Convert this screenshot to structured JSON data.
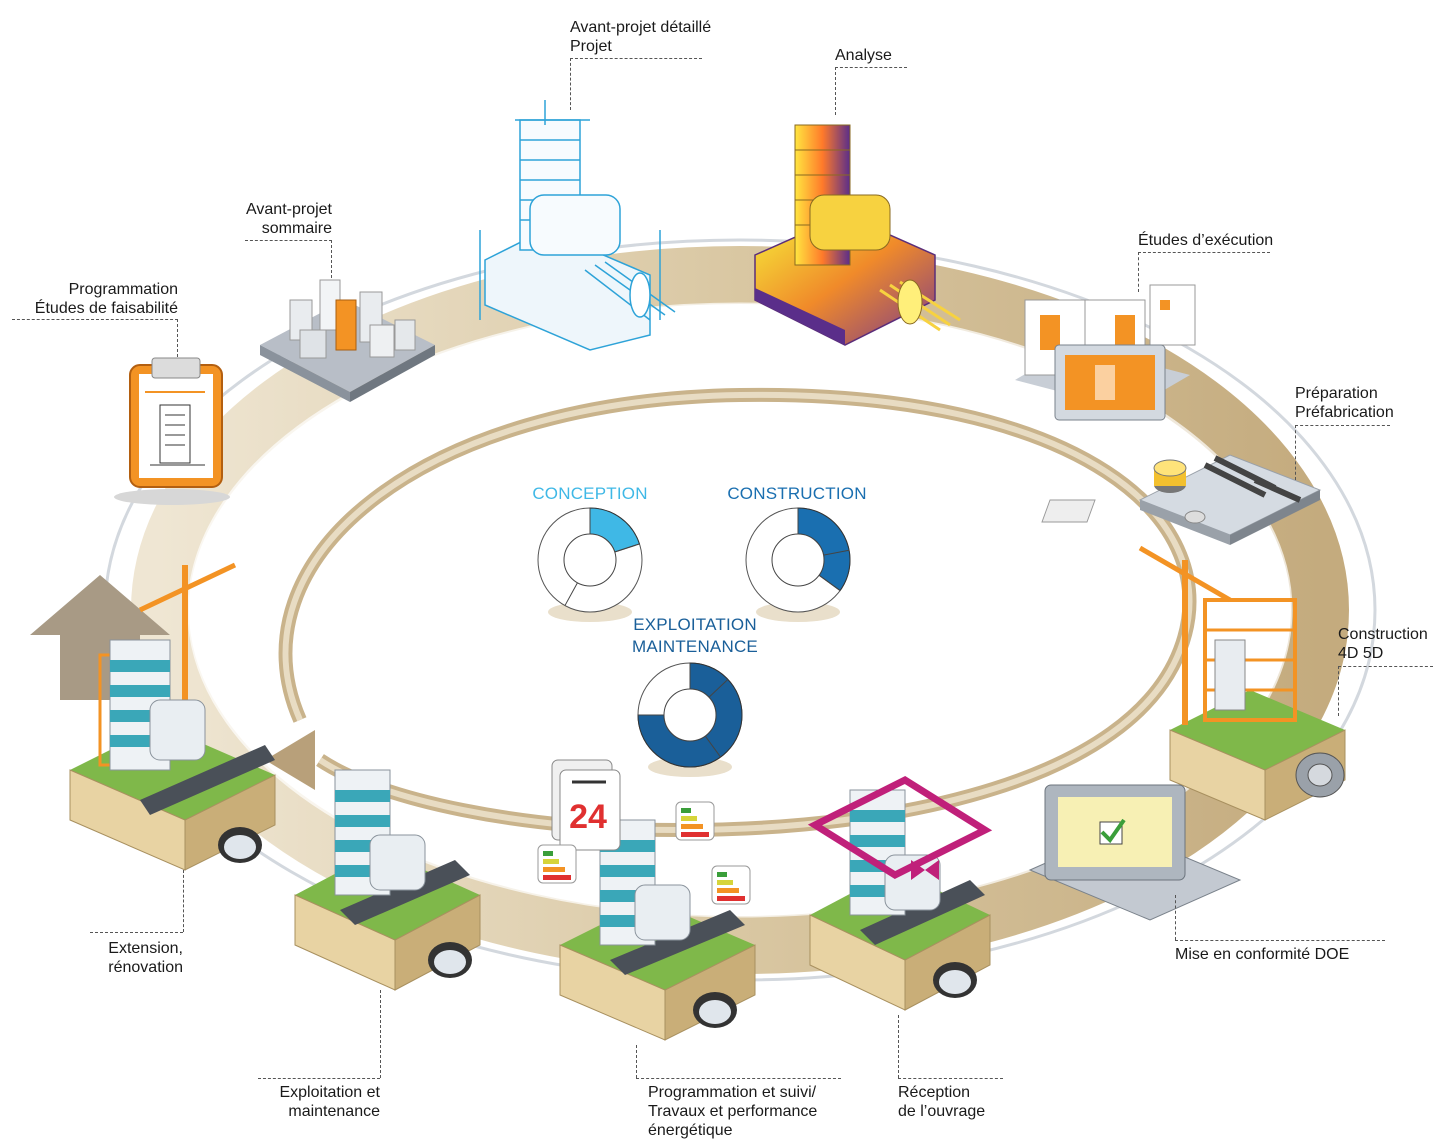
{
  "phases": {
    "conception": "CONCEPTION",
    "construction": "CONSTRUCTION",
    "exploitation": "EXPLOITATION\nMAINTENANCE"
  },
  "donuts": {
    "conception": {
      "highlight_fraction": 0.2,
      "color": "#3fb8e6"
    },
    "construction": {
      "highlight_fraction": 0.35,
      "color": "#1a6fb0"
    },
    "exploitation": {
      "highlight_fraction": 0.75,
      "color": "#1a5f99"
    }
  },
  "steps": [
    {
      "id": "programmation",
      "label": "Programmation\nÉtudes de faisabilité"
    },
    {
      "id": "aps",
      "label": "Avant-projet\nsommaire"
    },
    {
      "id": "apd",
      "label": "Avant-projet détaillé\nProjet"
    },
    {
      "id": "analyse",
      "label": "Analyse"
    },
    {
      "id": "etudes-execution",
      "label": "Études d’exécution"
    },
    {
      "id": "preparation",
      "label": "Préparation\nPréfabrication"
    },
    {
      "id": "construction-4d5d",
      "label": "Construction\n4D 5D"
    },
    {
      "id": "doe",
      "label": "Mise en conformité DOE"
    },
    {
      "id": "reception",
      "label": "Réception\nde l’ouvrage"
    },
    {
      "id": "suivi",
      "label": "Programmation et suivi/\nTravaux et performance\nénergétique"
    },
    {
      "id": "exploitation",
      "label": "Exploitation et\nmaintenance"
    },
    {
      "id": "extension",
      "label": "Extension,\nrénovation"
    }
  ],
  "calendar_day": "24",
  "colors": {
    "ring": "#d8c8a8",
    "ring_dark": "#b9a583",
    "orange": "#f39324",
    "building": "#eef2f5",
    "glass": "#3aa7b8",
    "conception_blue": "#3fb8e6",
    "dark_blue": "#1a5f99"
  }
}
